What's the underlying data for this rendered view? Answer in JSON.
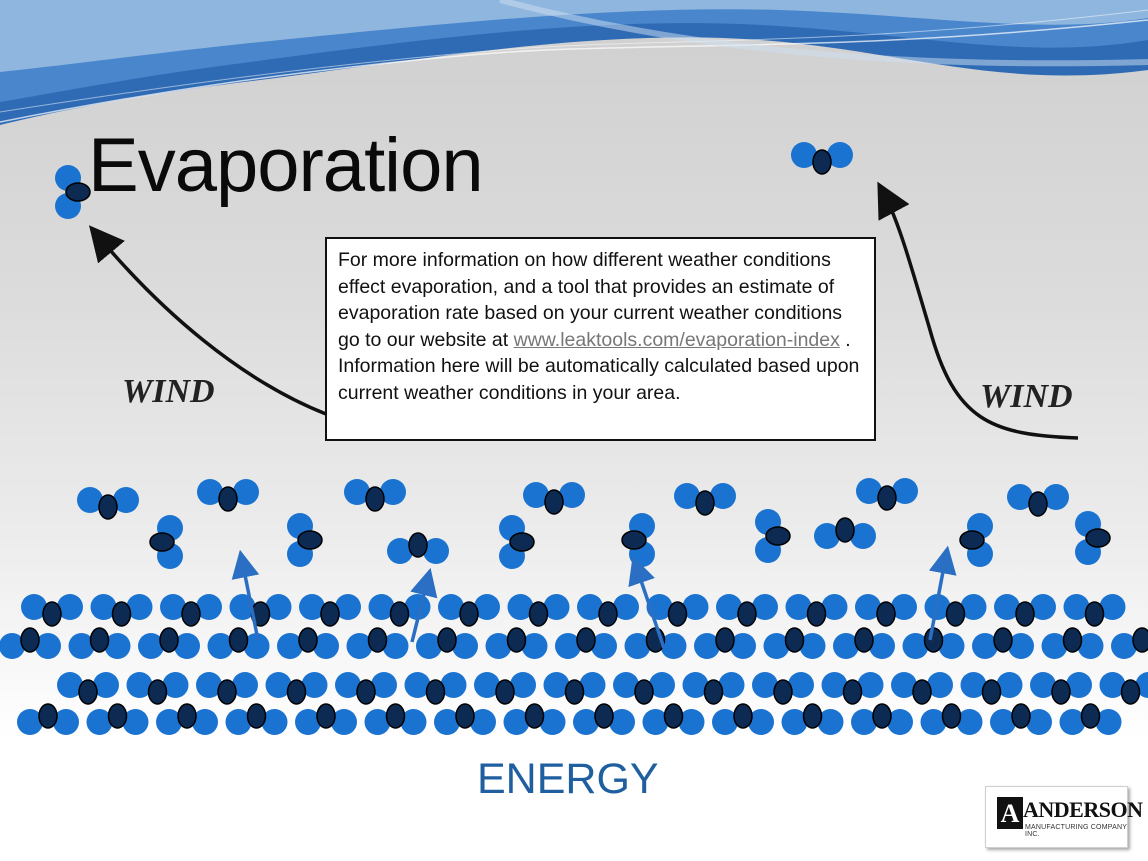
{
  "slide": {
    "title": "Evaporation",
    "wind_left": "WIND",
    "wind_right": "WIND",
    "info": {
      "text_before": "For more information on how different weather conditions effect evaporation, and a tool that provides an estimate of evaporation rate based on your current weather conditions go to our website at",
      "link": "www.leaktools.com/evaporation-index",
      "text_after": ".  Information here will be automatically calculated based upon current weather conditions in your area."
    },
    "energy_label": "ENERGY",
    "logo": {
      "name": "ANDERSON",
      "subtitle": "MANUFACTURING COMPANY INC."
    }
  },
  "colors": {
    "hydrogen": "#1a73d0",
    "oxygen": "#0c2a52",
    "energy_text": "#1f5fa0",
    "arrow_blue": "#2a6fc4",
    "wave_blue": "#2f6bb5"
  },
  "icons": {
    "title_molecule": "water-molecule-icon",
    "logo_mark": "anderson-logo-icon"
  }
}
